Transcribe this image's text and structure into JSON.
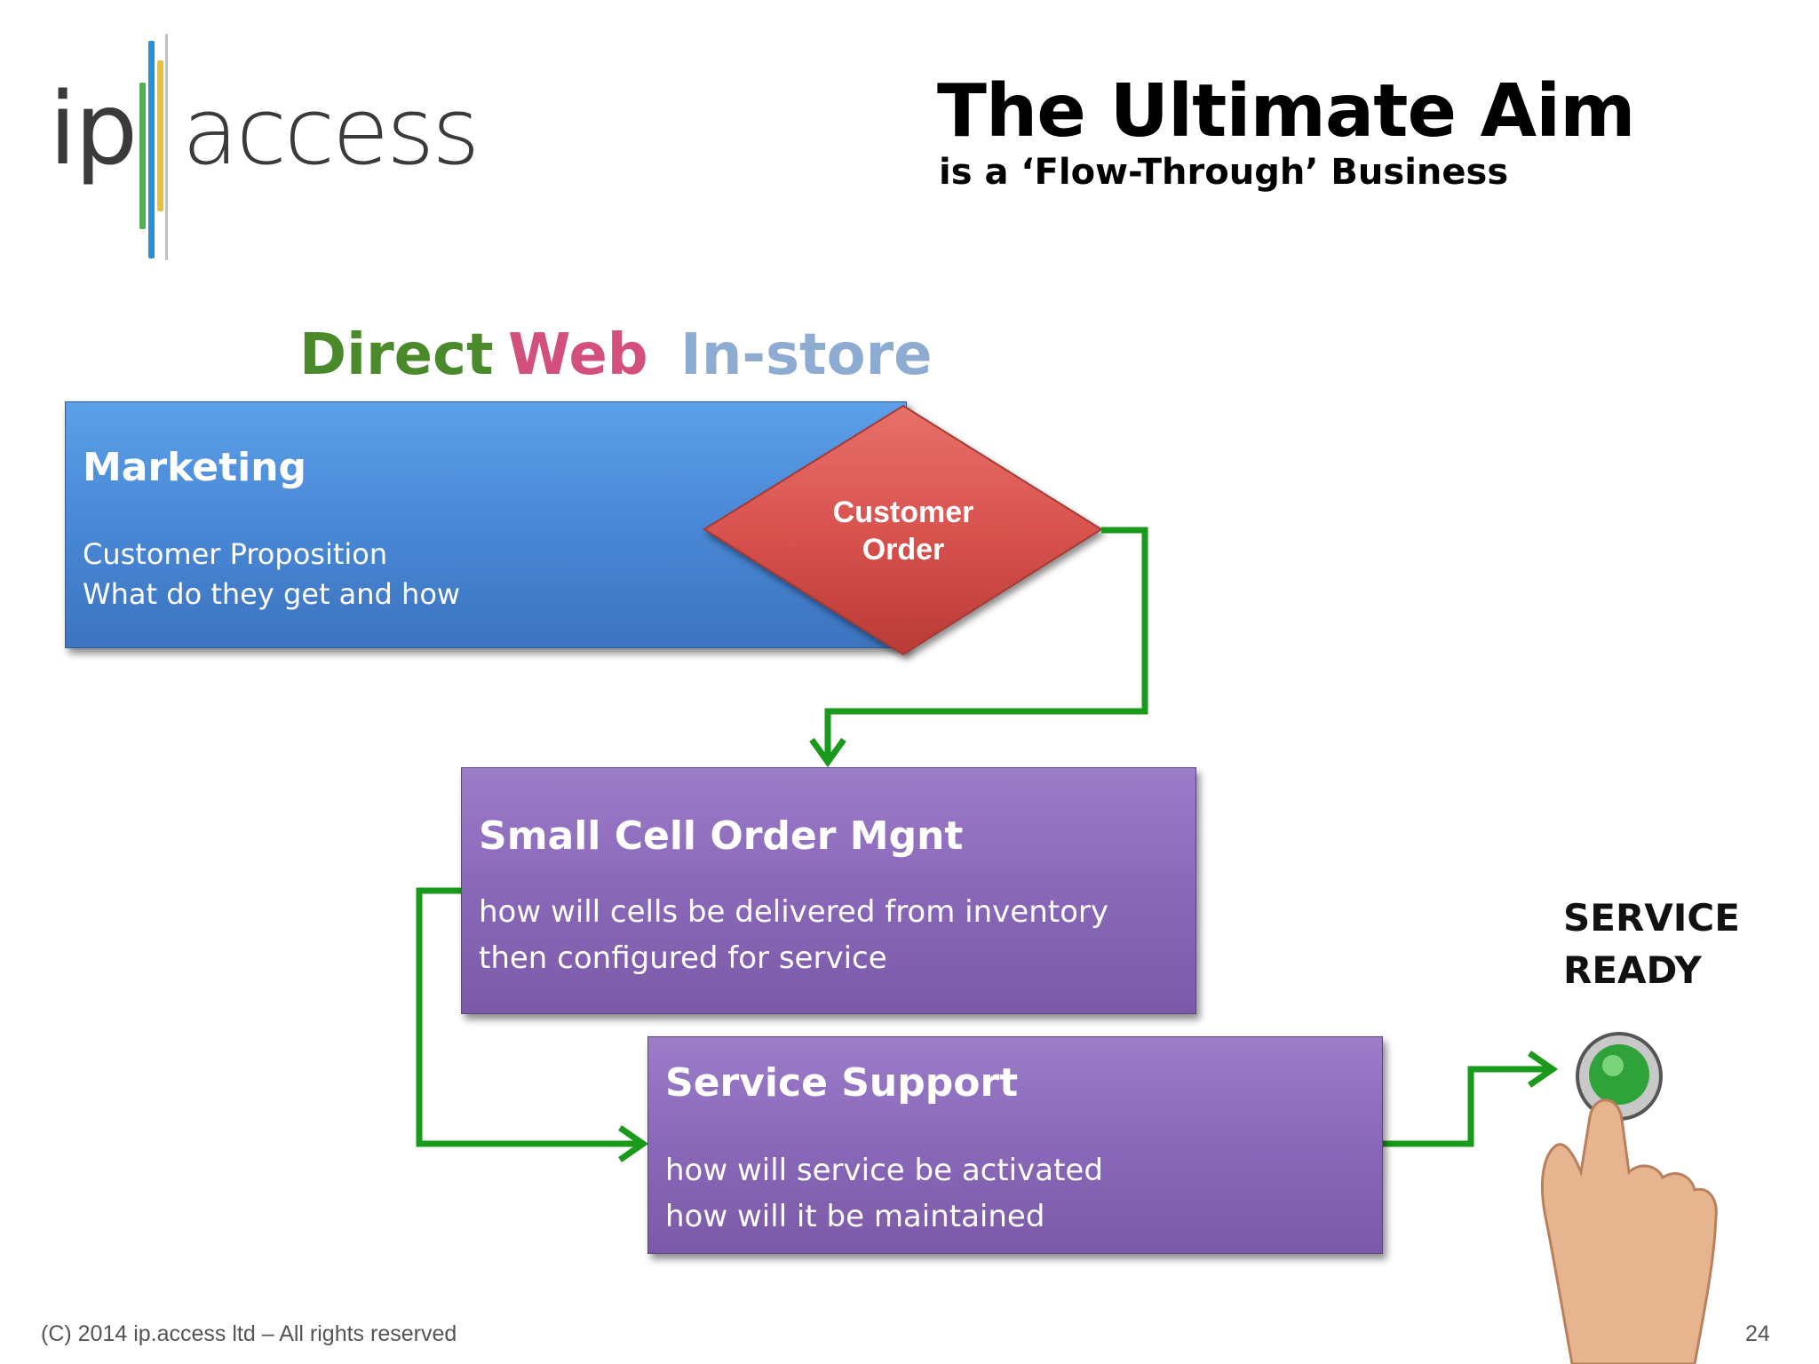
{
  "logo": {
    "part1": "ip",
    "part2": "access"
  },
  "title": {
    "main": "The Ultimate Aim",
    "sub": "is a ‘Flow-Through’ Business"
  },
  "channels": [
    {
      "label": "Direct",
      "color": "#4a8a2a"
    },
    {
      "label": "Web",
      "color": "#d4507c"
    },
    {
      "label": "In-store",
      "color": "#8eacd2"
    }
  ],
  "marketing": {
    "title": "Marketing",
    "lines": [
      "Customer Proposition",
      "What do they get and how"
    ]
  },
  "decision": {
    "lines": [
      "Customer",
      "Order"
    ]
  },
  "order_mgmt": {
    "title": "Small Cell Order Mgnt",
    "lines": [
      "how will cells be delivered from inventory",
      "then configured for service"
    ]
  },
  "service_support": {
    "title": "Service Support",
    "lines": [
      "how will service be activated",
      "how will it be maintained"
    ]
  },
  "service_ready": [
    "SERVICE",
    "READY"
  ],
  "footer": {
    "copyright": "(C) 2014 ip.access ltd – All rights reserved",
    "page_number": "24"
  },
  "colors": {
    "arrow": "#1a9a1a",
    "marketing": "#4a8ad8",
    "process": "#8a68b9",
    "decision": "#d9534f"
  }
}
